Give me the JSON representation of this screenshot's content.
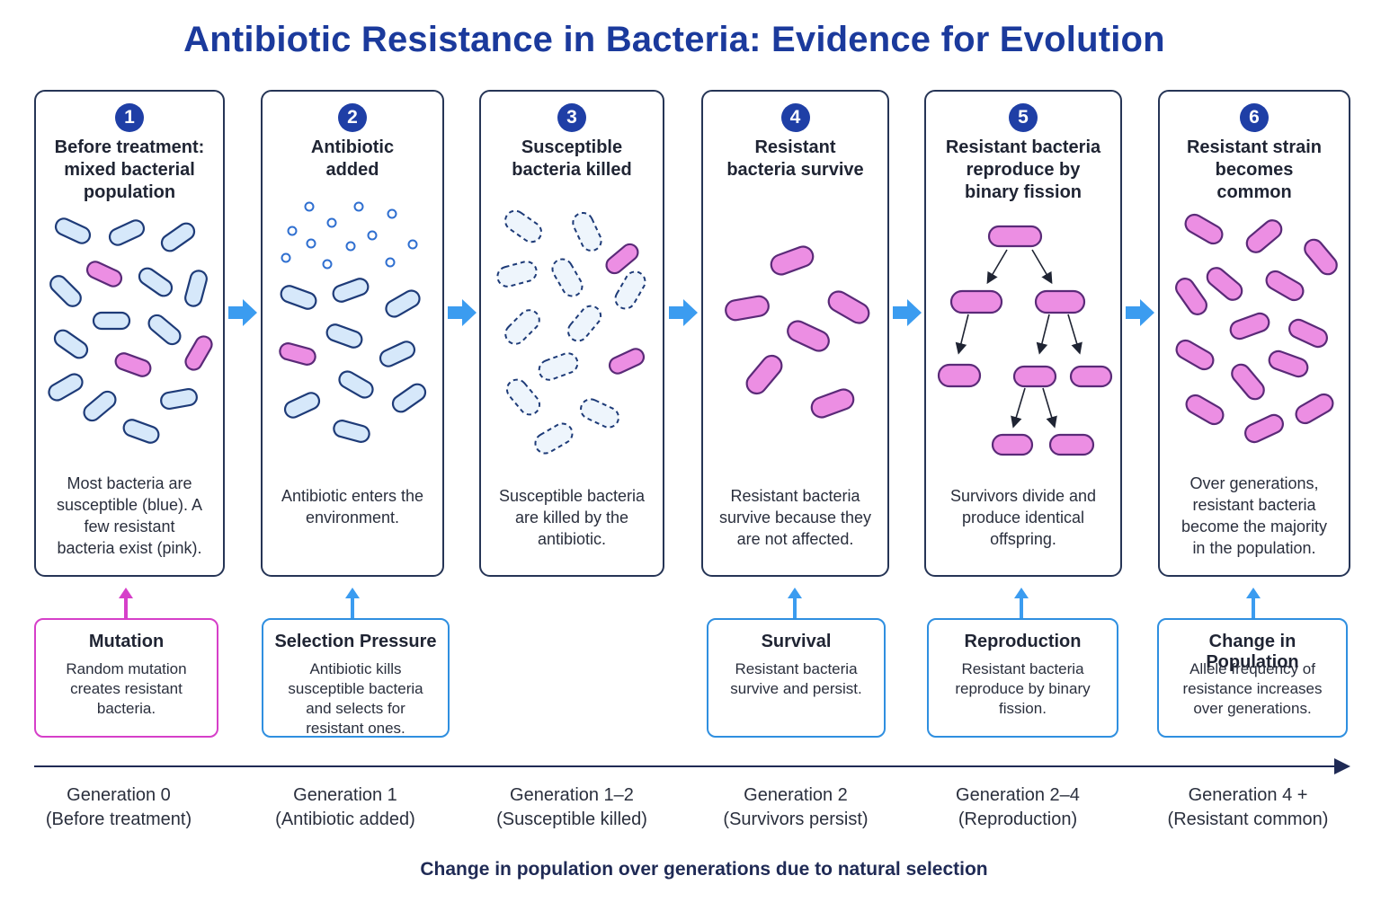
{
  "title": "Antibiotic Resistance in Bacteria: Evidence for Evolution",
  "colors": {
    "title": "#1b3a9c",
    "susceptible_fill": "#d6e8fa",
    "susceptible_stroke": "#1e3b78",
    "resistant_fill": "#ec8ee3",
    "resistant_stroke": "#5a2a78",
    "flow_arrow": "#3b9cf0",
    "mutation_border": "#d63fc9",
    "mechanism_border": "#2f8fe0"
  },
  "stages": [
    {
      "number": "1",
      "title": "Before treatment: mixed bacterial population",
      "description": "Most bacteria are susceptible (blue). A few resistant bacteria exist (pink)."
    },
    {
      "number": "2",
      "title": "Antibiotic added",
      "description": "Antibiotic enters the environment."
    },
    {
      "number": "3",
      "title": "Susceptible bacteria killed",
      "description": "Susceptible bacteria are killed by the antibiotic."
    },
    {
      "number": "4",
      "title": "Resistant bacteria survive",
      "description": "Resistant bacteria survive because they are not affected."
    },
    {
      "number": "5",
      "title": "Resistant bacteria reproduce by binary fission",
      "description": "Survivors divide and produce identical offspring."
    },
    {
      "number": "6",
      "title": "Resistant strain becomes common",
      "description": "Over generations, resistant bacteria become the majority in the population."
    }
  ],
  "mechanisms": [
    {
      "title": "Mutation",
      "description": "Random mutation creates resistant bacteria."
    },
    {
      "title": "Selection Pressure",
      "description": "Antibiotic kills susceptible bacteria and selects for resistant ones."
    },
    {
      "title": "Survival",
      "description": "Resistant bacteria survive and persist."
    },
    {
      "title": "Reproduction",
      "description": "Resistant bacteria reproduce by binary fission."
    },
    {
      "title": "Change in Population",
      "description": "Allele frequency of resistance increases over generations."
    }
  ],
  "timeline": [
    {
      "generation": "Generation 0",
      "note": "(Before treatment)"
    },
    {
      "generation": "Generation 1",
      "note": "(Antibiotic added)"
    },
    {
      "generation": "Generation 1–2",
      "note": "(Susceptible killed)"
    },
    {
      "generation": "Generation 2",
      "note": "(Survivors persist)"
    },
    {
      "generation": "Generation 2–4",
      "note": "(Reproduction)"
    },
    {
      "generation": "Generation 4 +",
      "note": "(Resistant common)"
    }
  ],
  "caption": "Change in population over generations due to natural selection"
}
